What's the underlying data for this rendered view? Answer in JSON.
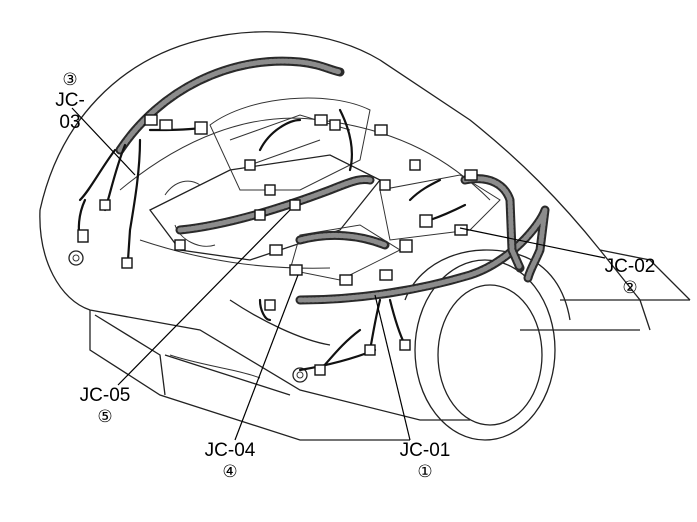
{
  "callouts": [
    {
      "id": "jc-01",
      "number": "①",
      "code": "JC-01"
    },
    {
      "id": "jc-02",
      "number": "②",
      "code": "JC-02"
    },
    {
      "id": "jc-03",
      "number": "③",
      "code": "JC-03"
    },
    {
      "id": "jc-04",
      "number": "④",
      "code": "JC-04"
    },
    {
      "id": "jc-05",
      "number": "⑤",
      "code": "JC-05"
    }
  ]
}
